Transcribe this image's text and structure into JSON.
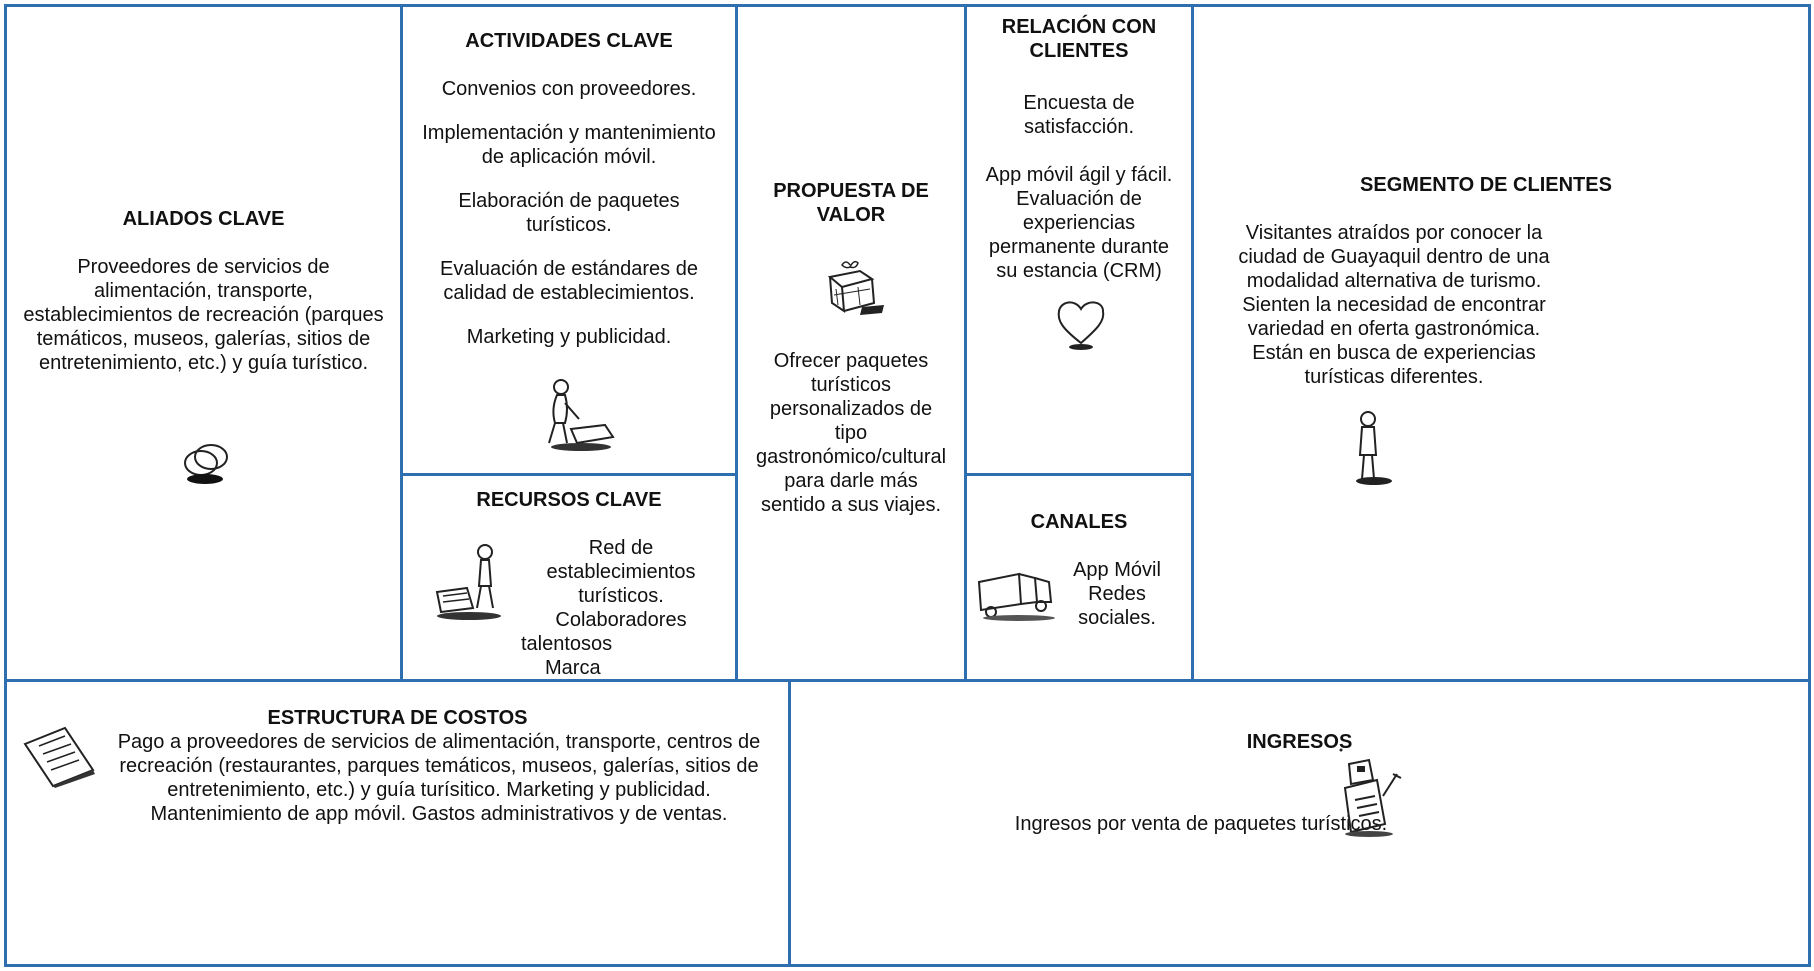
{
  "canvas_title": "",
  "aliados": {
    "title": "ALIADOS CLAVE",
    "text": "Proveedores de servicios de alimentación, transporte, establecimientos de recreación (parques temáticos, museos, galerías, sitios de entretenimiento, etc.) y guía turístico.",
    "icon": "rings-icon"
  },
  "actividades": {
    "title": "ACTIVIDADES CLAVE",
    "items": [
      "Convenios con proveedores.",
      "Implementación y mantenimiento de aplicación móvil.",
      "Elaboración de paquetes turísticos.",
      "Evaluación de estándares de calidad de establecimientos.",
      "Marketing y publicidad."
    ],
    "icon": "worker-icon"
  },
  "recursos": {
    "title": "RECURSOS CLAVE",
    "lines": [
      "Red de",
      "establecimientos",
      "turísticos.",
      "Colaboradores",
      "talentosos",
      "Marca"
    ],
    "icon": "person-with-cart-icon"
  },
  "propuesta": {
    "title_line1": "PROPUESTA DE",
    "title_line2": "VALOR",
    "text": "Ofrecer paquetes turísticos personalizados de tipo gastronómico/cultural para darle más sentido a sus viajes.",
    "icon": "gift-icon"
  },
  "relacion": {
    "title_line1": "RELACIÓN CON",
    "title_line2": "CLIENTES",
    "item1": "Encuesta de satisfacción.",
    "item2": "App móvil ágil y fácil. Evaluación de experiencias permanente durante su estancia (CRM)",
    "icon": "heart-icon"
  },
  "canales": {
    "title": "CANALES",
    "lines": [
      "App Móvil",
      "Redes",
      "sociales."
    ],
    "icon": "truck-icon"
  },
  "segmento": {
    "title": "SEGMENTO DE CLIENTES",
    "text": "Visitantes atraídos por conocer la ciudad de Guayaquil dentro de una modalidad alternativa de turismo. Sienten la necesidad de encontrar variedad en oferta gastronómica. Están en busca de experiencias turísticas diferentes.",
    "icon": "standing-person-icon"
  },
  "costos": {
    "title": "ESTRUCTURA DE COSTOS",
    "text": "Pago a proveedores de servicios de alimentación, transporte, centros de recreación (restaurantes, parques temáticos, museos, galerías, sitios de entretenimiento, etc.) y guía turísitico. Marketing y publicidad. Mantenimiento de app móvil. Gastos administrativos y de ventas.",
    "icon": "document-icon"
  },
  "ingresos": {
    "title": "INGRESOS",
    "text": "Ingresos por venta de paquetes turísticos.",
    "icon": "cash-register-icon"
  },
  "colors": {
    "border": "#2f6fb0",
    "background": "#ffffff",
    "text": "#111111"
  }
}
